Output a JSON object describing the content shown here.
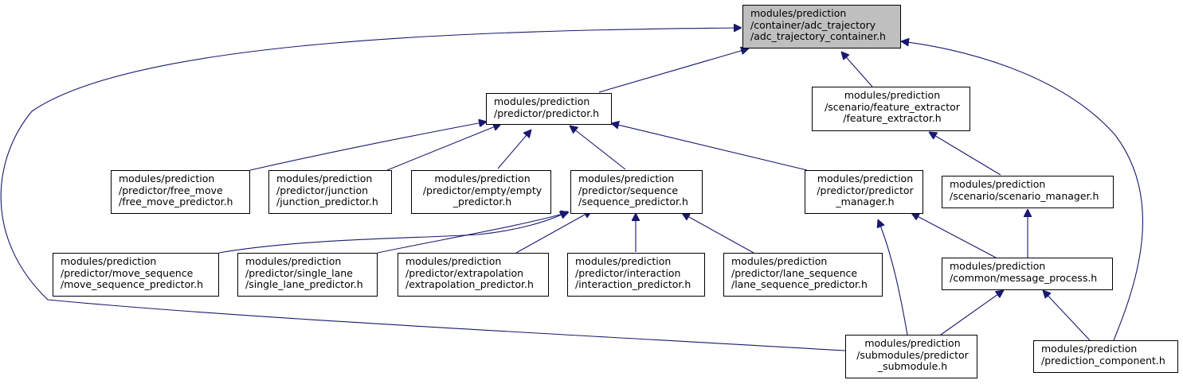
{
  "colors": {
    "edge": "#191970",
    "root_fill": "#bfbfbf",
    "node_fill": "#ffffff",
    "border": "#000000"
  },
  "nodes": {
    "adc_trajectory_container": {
      "lines": [
        "modules/prediction",
        "/container/adc_trajectory",
        "/adc_trajectory_container.h"
      ]
    },
    "predictor": {
      "lines": [
        "modules/prediction",
        "/predictor/predictor.h"
      ]
    },
    "feature_extractor": {
      "lines": [
        "modules/prediction",
        "/scenario/feature_extractor",
        "/feature_extractor.h"
      ]
    },
    "free_move_predictor": {
      "lines": [
        "modules/prediction",
        "/predictor/free_move",
        "/free_move_predictor.h"
      ]
    },
    "junction_predictor": {
      "lines": [
        "modules/prediction",
        "/predictor/junction",
        "/junction_predictor.h"
      ]
    },
    "empty_predictor": {
      "lines": [
        "modules/prediction",
        "/predictor/empty/empty",
        "_predictor.h"
      ]
    },
    "sequence_predictor": {
      "lines": [
        "modules/prediction",
        "/predictor/sequence",
        "/sequence_predictor.h"
      ]
    },
    "predictor_manager": {
      "lines": [
        "modules/prediction",
        "/predictor/predictor",
        "_manager.h"
      ]
    },
    "scenario_manager": {
      "lines": [
        "modules/prediction",
        "/scenario/scenario_manager.h"
      ]
    },
    "move_sequence_predictor": {
      "lines": [
        "modules/prediction",
        "/predictor/move_sequence",
        "/move_sequence_predictor.h"
      ]
    },
    "single_lane_predictor": {
      "lines": [
        "modules/prediction",
        "/predictor/single_lane",
        "/single_lane_predictor.h"
      ]
    },
    "extrapolation_predictor": {
      "lines": [
        "modules/prediction",
        "/predictor/extrapolation",
        "/extrapolation_predictor.h"
      ]
    },
    "interaction_predictor": {
      "lines": [
        "modules/prediction",
        "/predictor/interaction",
        "/interaction_predictor.h"
      ]
    },
    "lane_sequence_predictor": {
      "lines": [
        "modules/prediction",
        "/predictor/lane_sequence",
        "/lane_sequence_predictor.h"
      ]
    },
    "message_process": {
      "lines": [
        "modules/prediction",
        "/common/message_process.h"
      ]
    },
    "predictor_submodule": {
      "lines": [
        "modules/prediction",
        "/submodules/predictor",
        "_submodule.h"
      ]
    },
    "prediction_component": {
      "lines": [
        "modules/prediction",
        "/prediction_component.h"
      ]
    }
  }
}
